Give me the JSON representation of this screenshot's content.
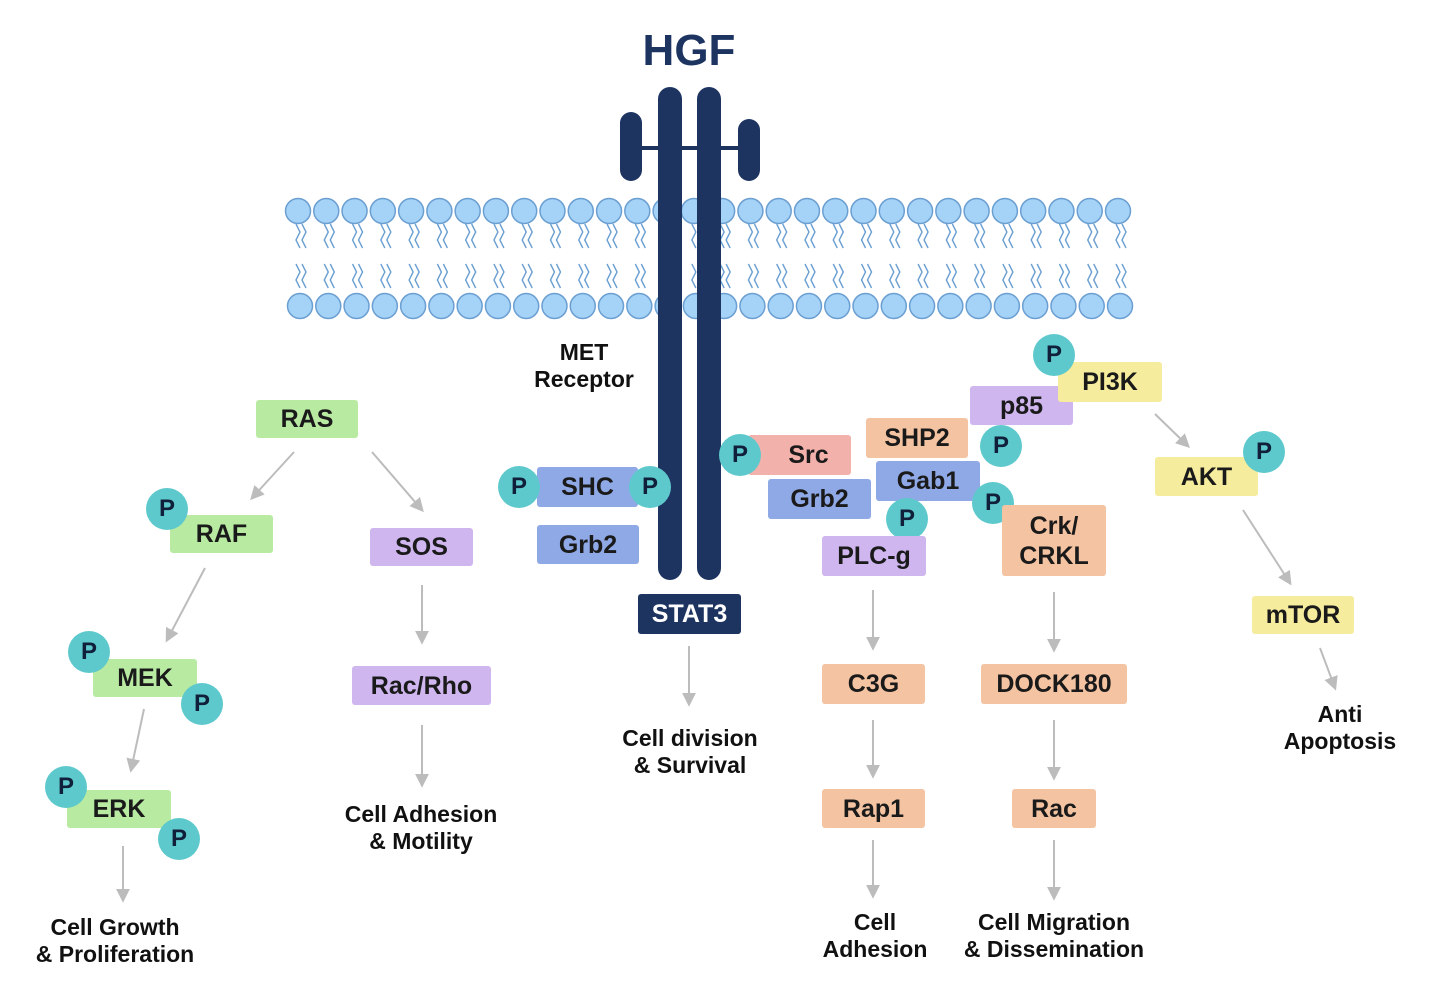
{
  "title": "HGF",
  "receptor_label_line1": "MET",
  "receptor_label_line2": "Receptor",
  "phospho_label": "P",
  "colors": {
    "navy": "#1d3461",
    "membrane_head": "#a5d3f7",
    "membrane_stroke": "#6b9fd1",
    "phospho": "#5ec9cc",
    "arrow": "#bcbcbc"
  },
  "nodes": {
    "ras": "RAS",
    "raf": "RAF",
    "mek": "MEK",
    "erk": "ERK",
    "sos": "SOS",
    "rac_rho": "Rac/Rho",
    "shc": "SHC",
    "grb2_left": "Grb2",
    "stat3": "STAT3",
    "src": "Src",
    "grb2_right": "Grb2",
    "shp2": "SHP2",
    "gab1": "Gab1",
    "p85": "p85",
    "pi3k": "PI3K",
    "plc_g": "PLC-g",
    "crk_line1": "Crk/",
    "crk_line2": "CRKL",
    "c3g": "C3G",
    "rap1": "Rap1",
    "dock180": "DOCK180",
    "rac": "Rac",
    "akt": "AKT",
    "mtor": "mTOR"
  },
  "outcomes": {
    "growth_line1": "Cell Growth",
    "growth_line2": "& Proliferation",
    "adhesion_motility_line1": "Cell Adhesion",
    "adhesion_motility_line2": "& Motility",
    "division_line1": "Cell division",
    "division_line2": "& Survival",
    "cell_adhesion_line1": "Cell",
    "cell_adhesion_line2": "Adhesion",
    "migration_line1": "Cell Migration",
    "migration_line2": "& Dissemination",
    "apoptosis_line1": "Anti",
    "apoptosis_line2": "Apoptosis"
  }
}
